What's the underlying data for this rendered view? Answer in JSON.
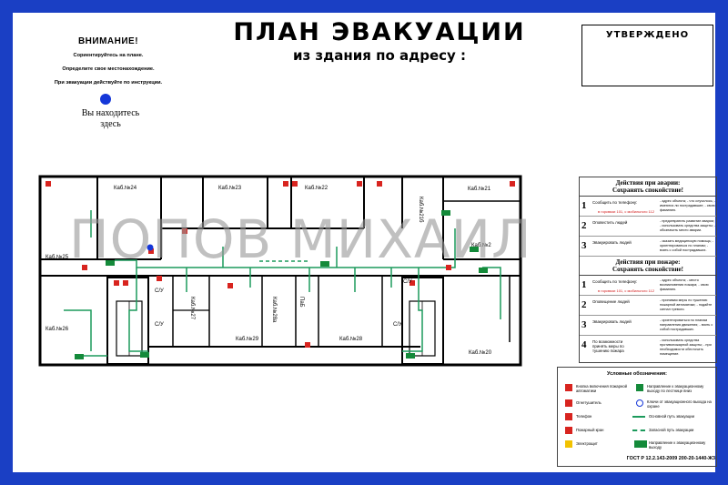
{
  "header": {
    "title": "ПЛАН ЭВАКУАЦИИ",
    "subtitle": "из здания по адресу :",
    "approved": "УТВЕРЖДЕНО"
  },
  "attention": {
    "heading": "ВНИМАНИЕ!",
    "line1": "Сориентируйтесь на плане.",
    "line2": "Определите свое местонахождение.",
    "line3": "При эвакуации действуйте по инструкции."
  },
  "you_are_here": {
    "line1": "Вы находитесь",
    "line2": "здесь"
  },
  "watermark": "ПОПОВ МИХАИЛ",
  "rooms": {
    "r24": "Каб.№24",
    "r23": "Каб.№23",
    "r22": "Каб.№22",
    "r21": "Каб.№21",
    "r21b": "Каб.№21б",
    "r2": "Каб.№2",
    "r25": "Каб.№25",
    "r26": "Каб.№26",
    "r27": "Каб.№27",
    "r29": "Каб.№29",
    "r28a": "Каб.№28а",
    "r28": "Каб.№28",
    "r20": "Каб.№20",
    "su1": "С/У",
    "su2": "С/У",
    "su3": "С/У",
    "su4": "С/У",
    "pab": "ПаБ"
  },
  "actions_accident": {
    "heading1": "Действия при аварии:",
    "heading2": "Сохранять спокойствие!",
    "s1": "Сообщить по телефону:",
    "s1_red": "в горсвязи 101, с мобильного 112",
    "s1_desc": "- адрес объекта; - что случилось; - имеются ли пострадавшие; - свою фамилию.",
    "s2": "Оповестить людей",
    "s2_desc": "- предотвратить развитие аварии; - использовать средства защиты; - обозначить место аварии.",
    "s3": "Эвакуировать людей",
    "s3_desc": "- оказать медицинскую помощь; - ориентироваться по планам; - взять с собой пострадавших."
  },
  "actions_fire": {
    "heading1": "Действия при пожаре:",
    "heading2": "Сохранять спокойствие!",
    "s1": "Сообщить по телефону:",
    "s1_red": "в горсвязи 101, с мобильного 112",
    "s1_desc": "- адрес объекта; - место возникновения пожара; - свою фамилию.",
    "s2": "Оповещение людей",
    "s2_desc": "- принимая меры по тушению пожарной автоматики; - подайте сигнал тревоги.",
    "s3": "Эвакуировать людей",
    "s3_desc": "- ориентироваться по планам направления движения; - взять с собой пострадавших.",
    "s4": "По возможности принять меры по тушению пожара",
    "s4_desc": "- использовать средства противопожарной защиты; - при необходимости обесточить помещение."
  },
  "legend": {
    "heading": "Условные обозначения:",
    "items": [
      "Кнопка включения пожарной автоматики",
      "Огнетушитель",
      "Телефон",
      "Пожарный кран",
      "Электрощит",
      "Направление к эвакуационному выходу по лестнице вниз",
      "Ключи от эвакуационного выхода на охране",
      "Основной путь эвакуации",
      "Запасной путь эвакуации",
      "Направление к эвакуационному выходу"
    ]
  },
  "gost": "ГОСТ Р 12.2.143-2009 200-20-1440-Ж3",
  "colors": {
    "frame": "#1a3fc4",
    "evac_path": "#1c9a5c",
    "sign_red": "#d8241f",
    "sign_green": "#148a3a"
  }
}
